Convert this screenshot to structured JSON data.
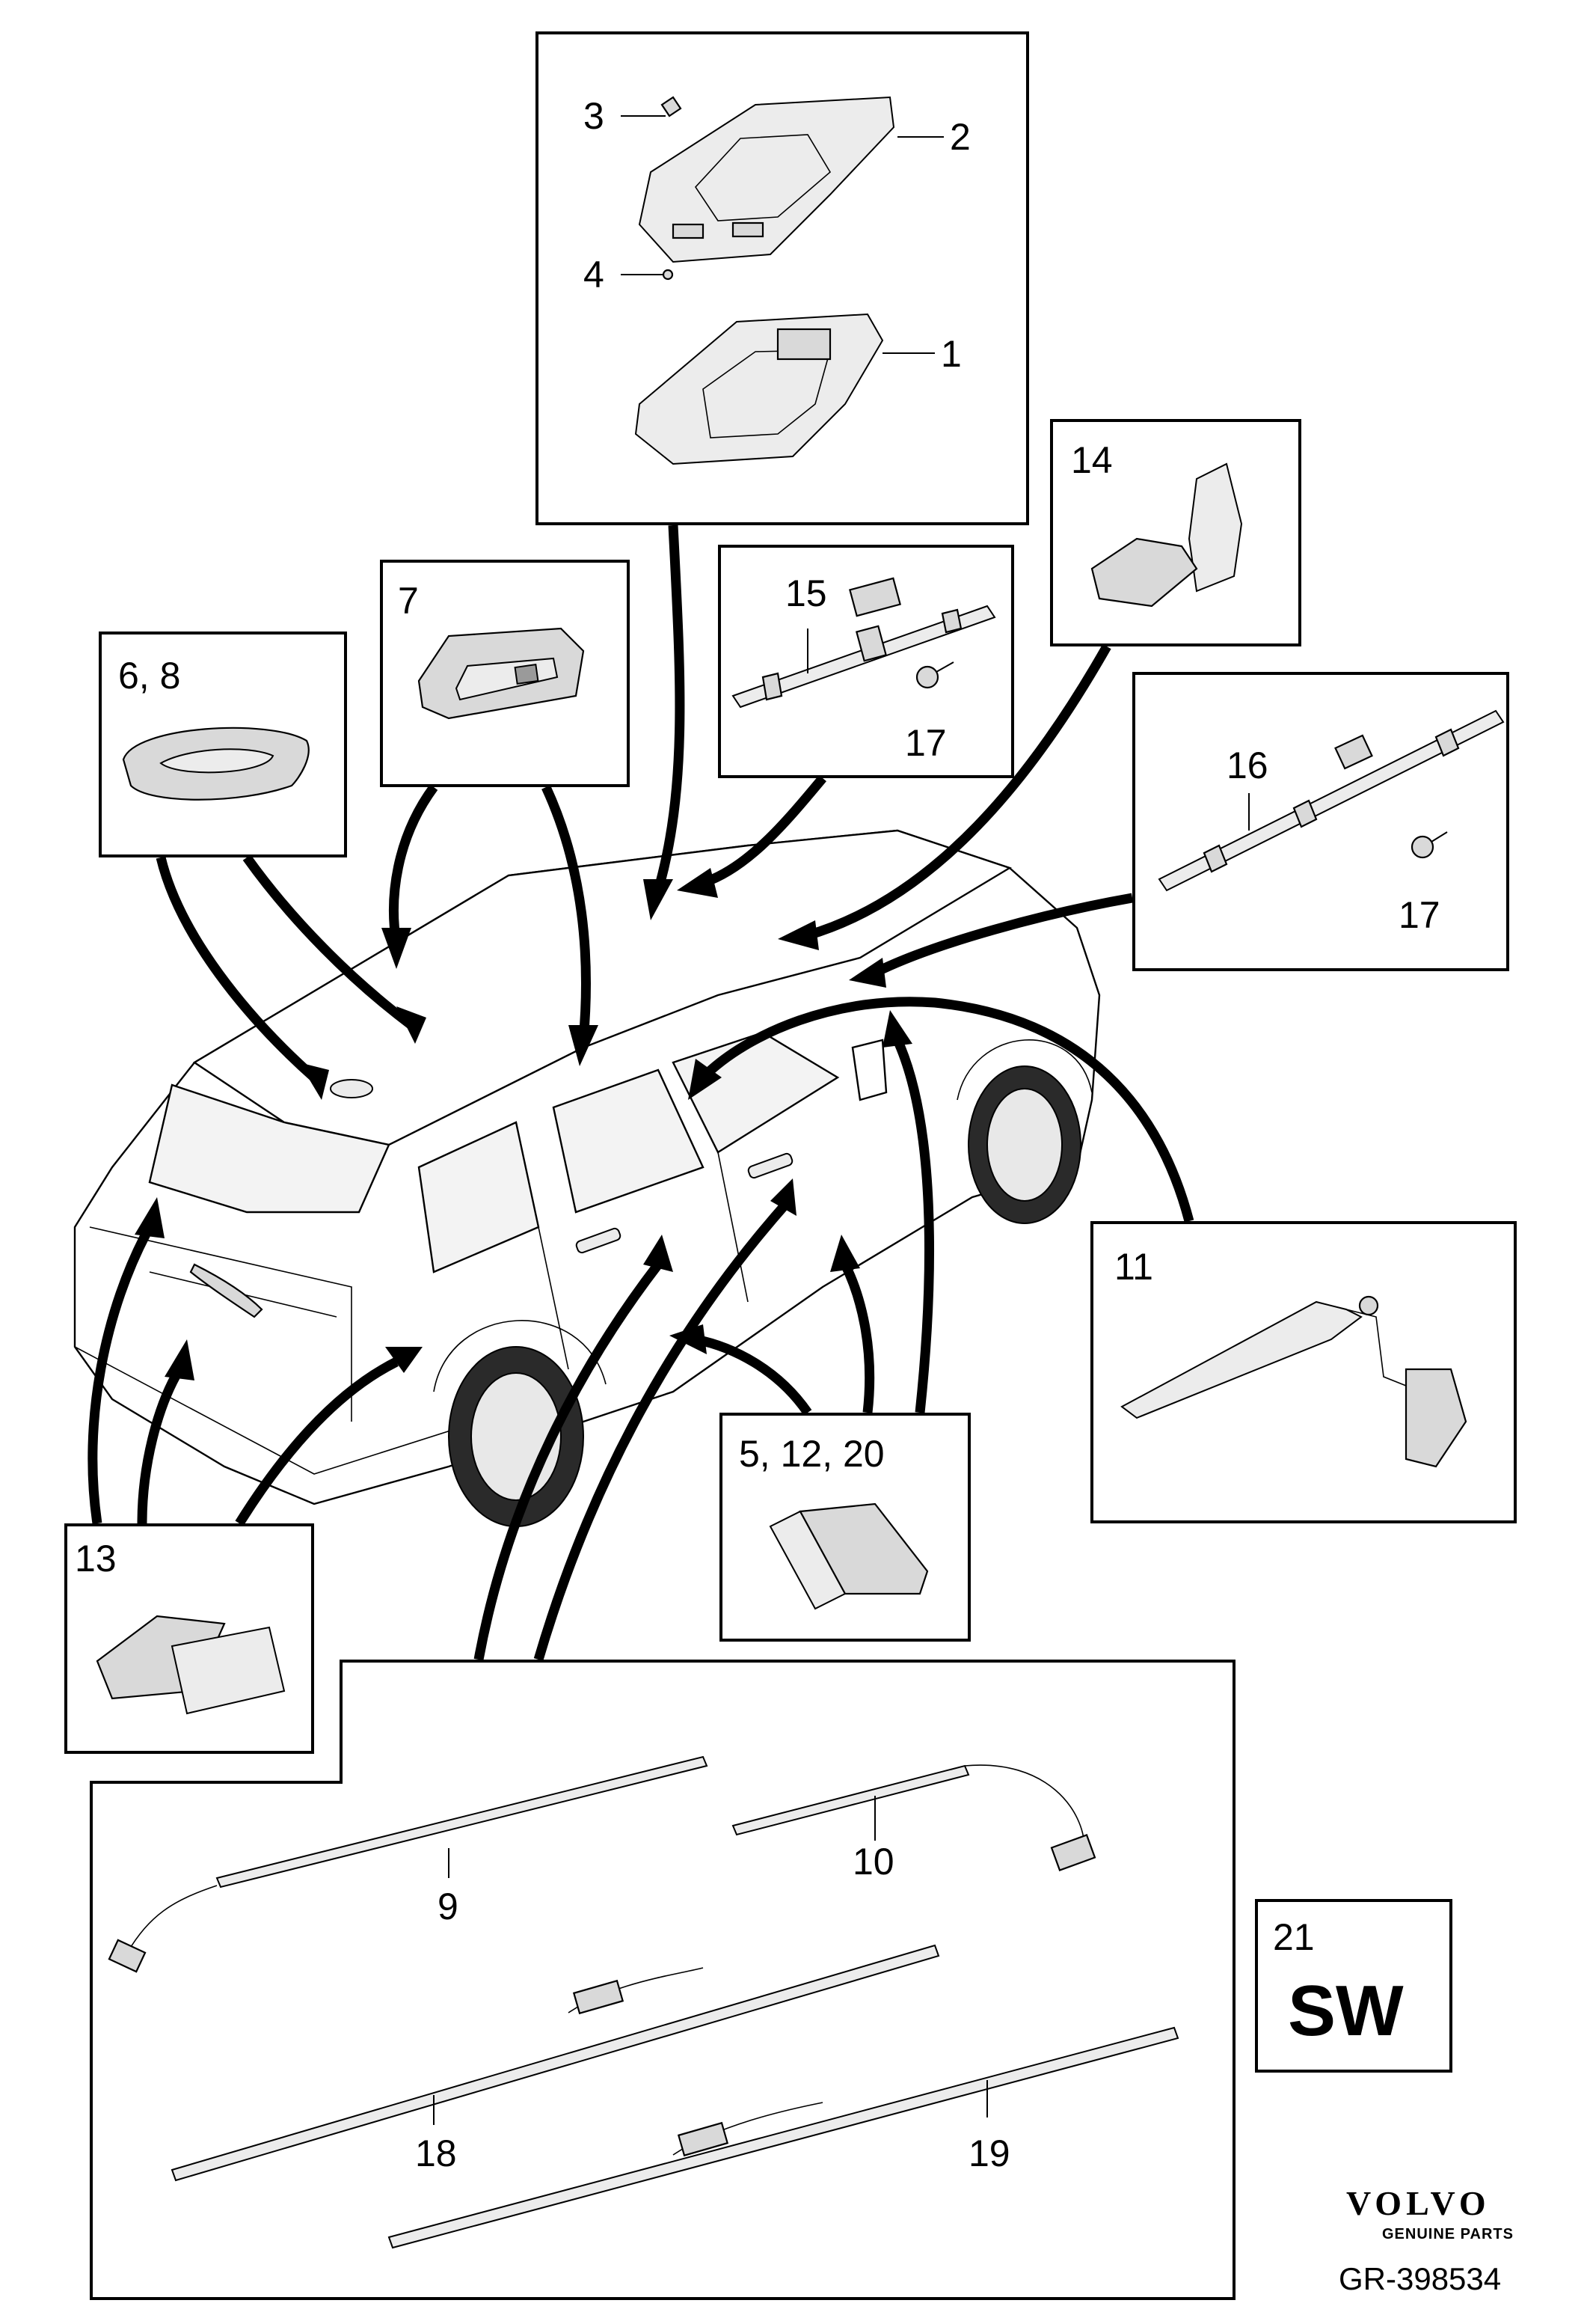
{
  "labels": {
    "p1": "1",
    "p2": "2",
    "p3": "3",
    "p4": "4",
    "p6_8": "6, 8",
    "p7": "7",
    "p15": "15",
    "p17a": "17",
    "p14": "14",
    "p16": "16",
    "p17b": "17",
    "p11": "11",
    "p5_12_20": "5, 12, 20",
    "p13": "13",
    "p9": "9",
    "p10": "10",
    "p18": "18",
    "p19": "19",
    "p21": "21",
    "sw": "SW"
  },
  "brand": {
    "name": "VOLVO",
    "subtitle": "GENUINE PARTS",
    "reference": "GR-398534"
  },
  "icons": [
    "interior-lamp-housing-icon",
    "reading-lamp-icon",
    "led-strip-icon",
    "ambient-light-module-icon",
    "screw-icon",
    "car-icon"
  ]
}
